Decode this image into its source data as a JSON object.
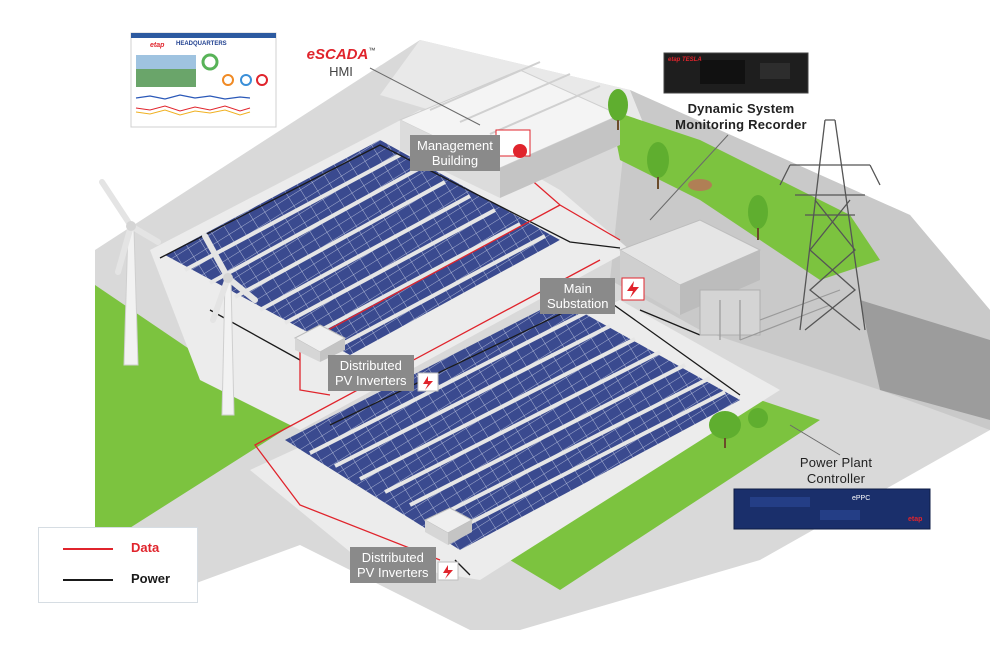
{
  "escada": {
    "brand": "eSCADA",
    "tm": "™",
    "sub": "HMI"
  },
  "hq_screen": {
    "header": "HEADQUARTERS",
    "logo_text": "etap"
  },
  "dsmr": {
    "title_line1": "Dynamic System",
    "title_line2": "Monitoring Recorder",
    "device_brand": "etap TESLA"
  },
  "ppc": {
    "title_line1": "Power Plant",
    "title_line2": "Controller",
    "device_label": "ePPC",
    "device_brand": "etap"
  },
  "labels": {
    "management_line1": "Management",
    "management_line2": "Building",
    "substation_line1": "Main",
    "substation_line2": "Substation",
    "inverter1_line1": "Distributed",
    "inverter1_line2": "PV Inverters",
    "inverter2_line1": "Distributed",
    "inverter2_line2": "PV Inverters"
  },
  "legend": {
    "items": [
      {
        "label": "Data",
        "color": "#e0242c"
      },
      {
        "label": "Power",
        "color": "#1a1a1a"
      }
    ]
  },
  "colors": {
    "data_line": "#e0242c",
    "power_line": "#1a1a1a",
    "grass": "#7cc33f",
    "panel": "#3b4a8c",
    "ground": "#d9d9d9"
  }
}
